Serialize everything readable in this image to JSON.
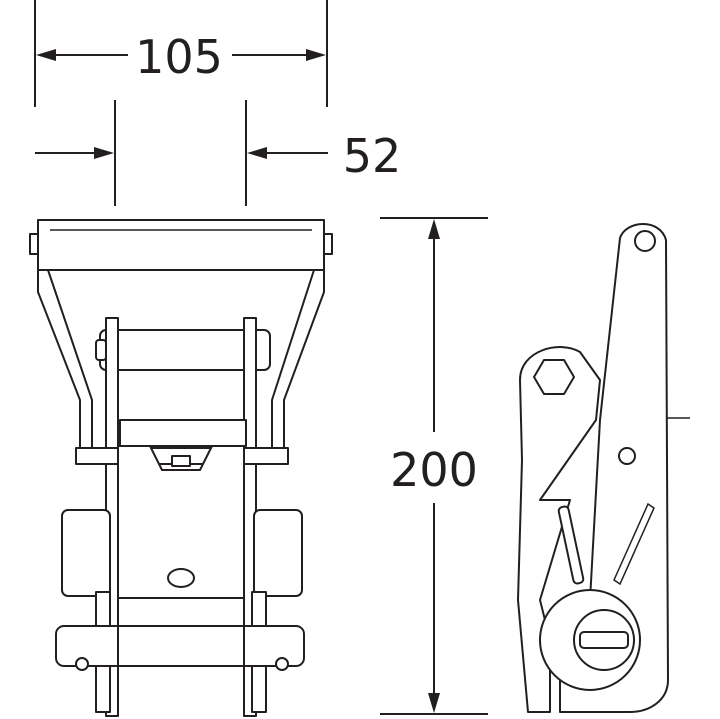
{
  "dimensions": {
    "overall_width": "105",
    "inner_width": "52",
    "height": "200"
  },
  "colors": {
    "line": "#231f20",
    "background": "#ffffff"
  }
}
